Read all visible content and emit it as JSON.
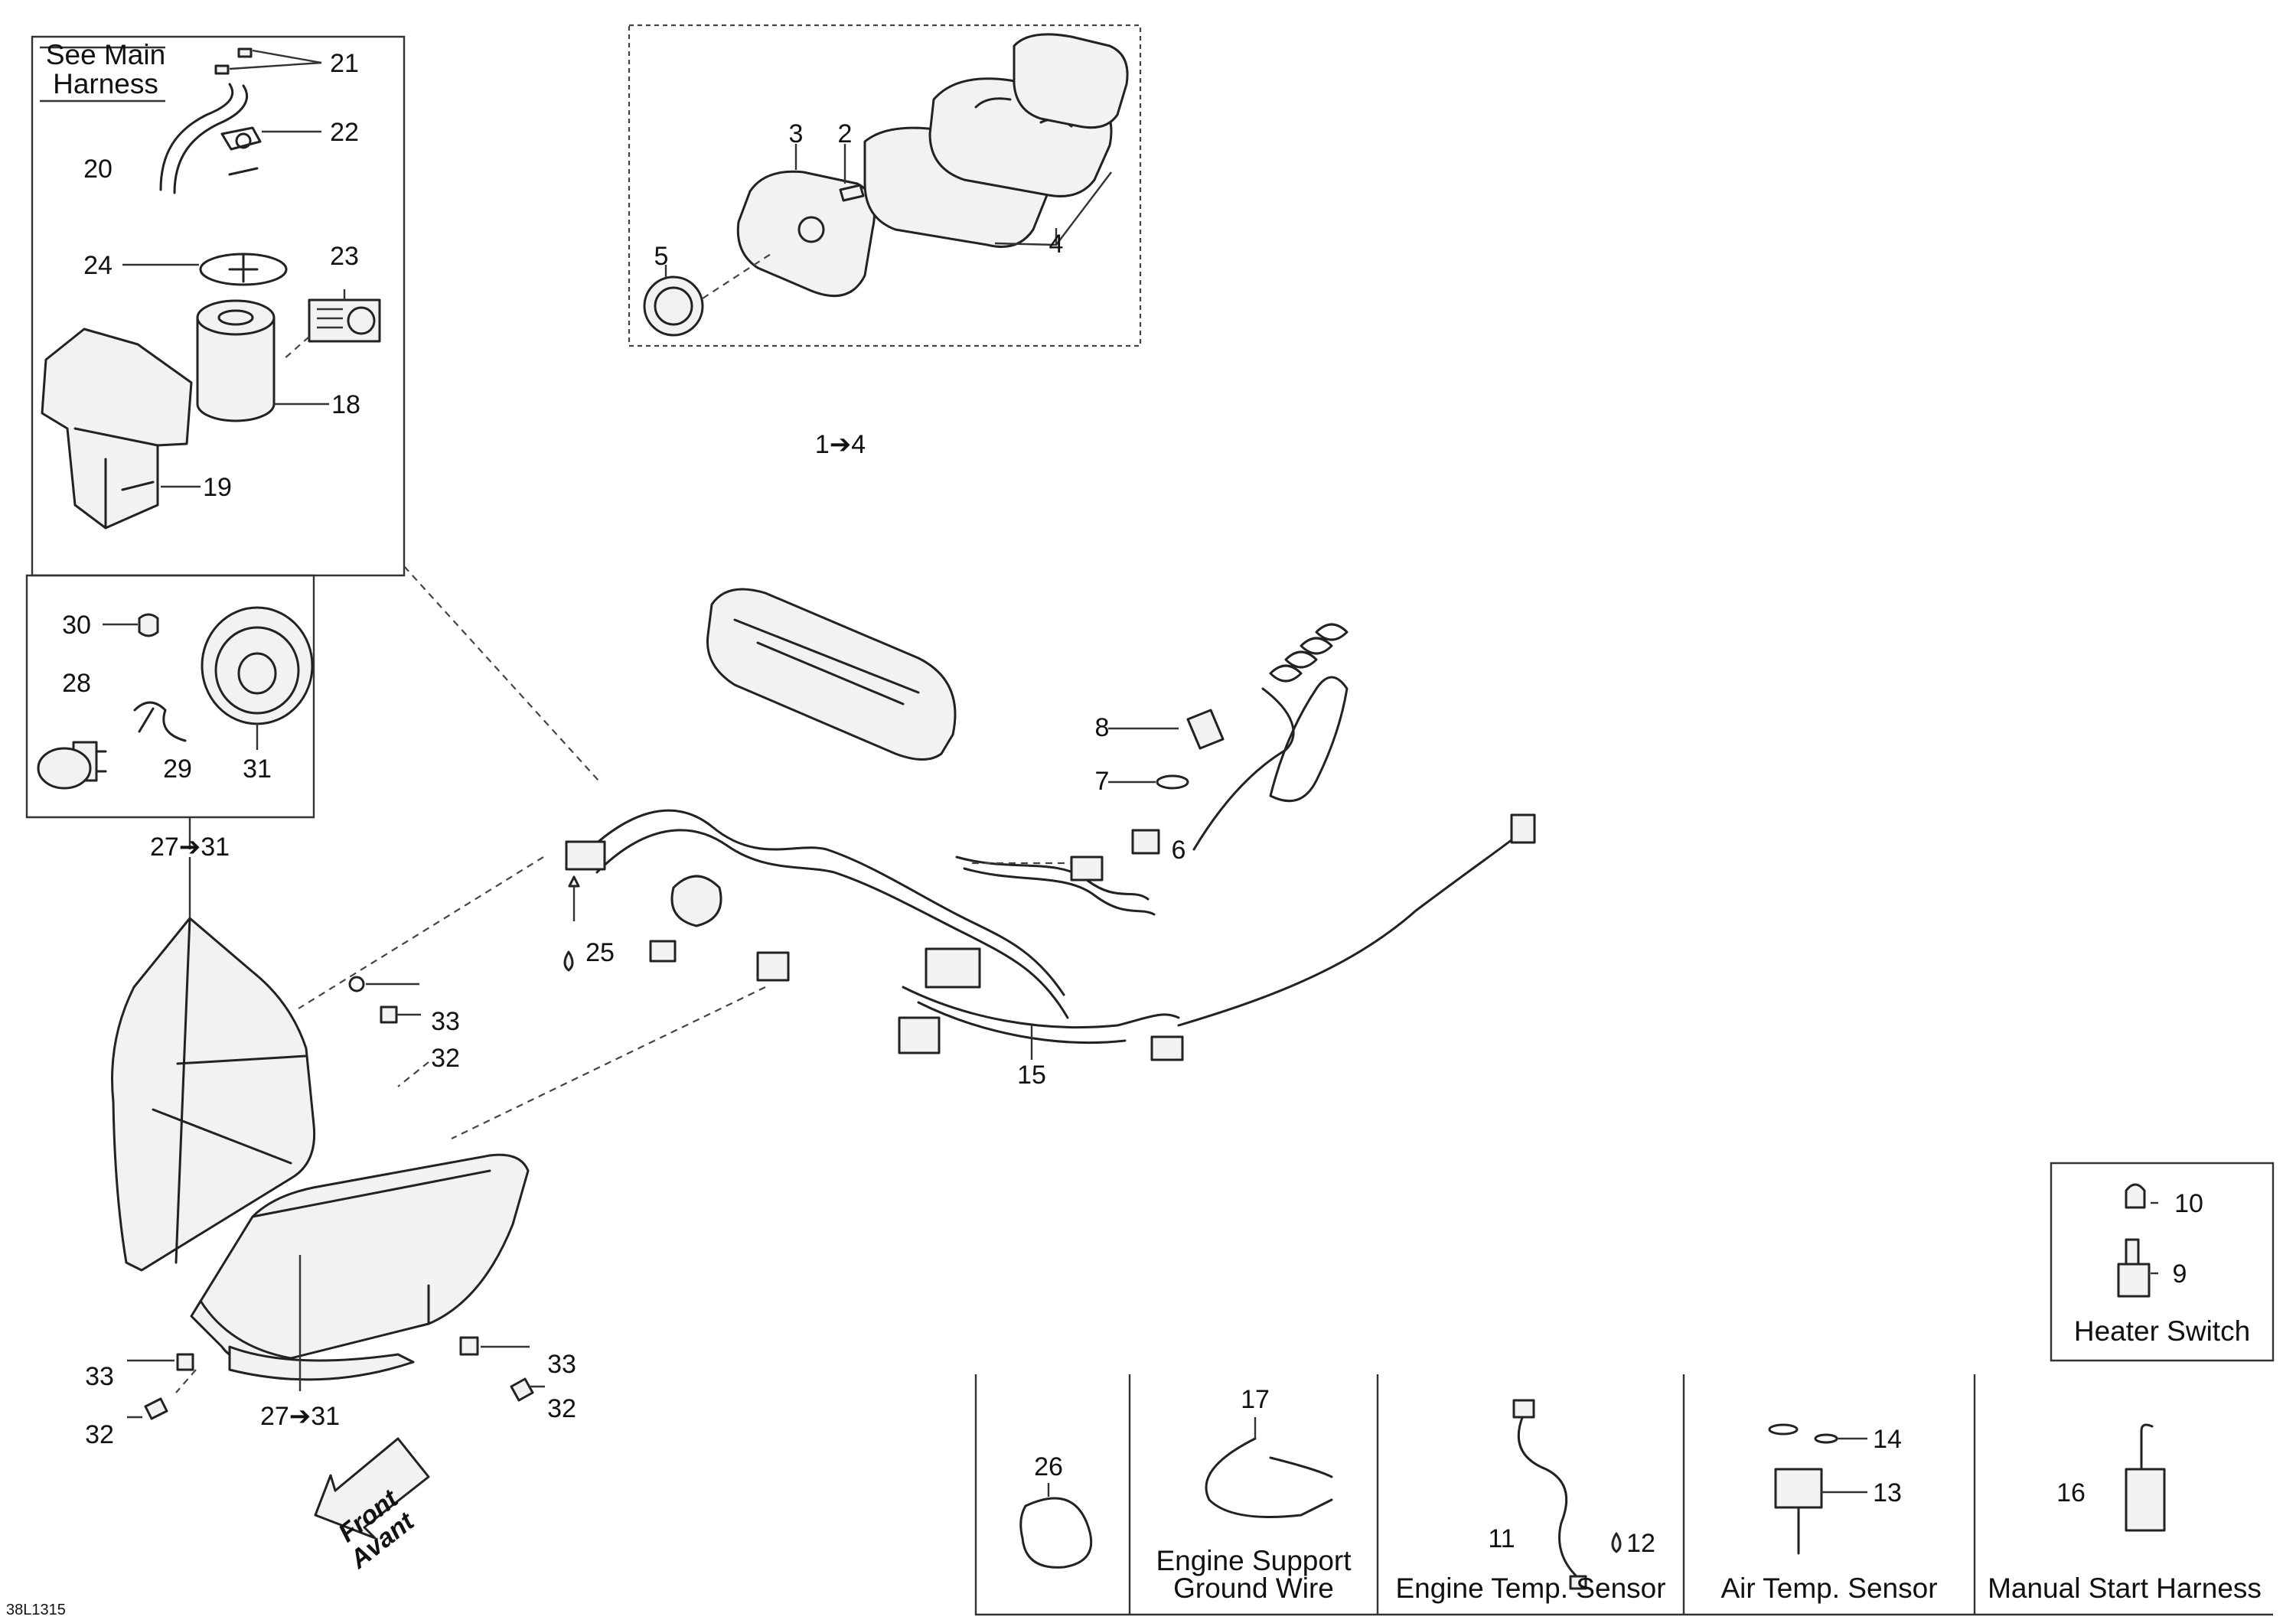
{
  "diagram_code": "38L1315",
  "callouts": {
    "c1": "1➔4",
    "c2": "2",
    "c3": "3",
    "c4": "4",
    "c5": "5",
    "c6": "6",
    "c7": "7",
    "c8": "8",
    "c9": "9",
    "c10": "10",
    "c11": "11",
    "c12": "12",
    "c13": "13",
    "c14": "14",
    "c15": "15",
    "c16": "16",
    "c17": "17",
    "c18": "18",
    "c19": "19",
    "c20": "20",
    "c21": "21",
    "c22": "22",
    "c23": "23",
    "c24": "24",
    "c25": "25",
    "c26": "26",
    "c27a": "27➔31",
    "c27b": "27➔31",
    "c28": "28",
    "c29": "29",
    "c30": "30",
    "c31": "31",
    "c32a": "32",
    "c32b": "32",
    "c32c": "32",
    "c33a": "33",
    "c33b": "33",
    "c33c": "33"
  },
  "main_harness_note": {
    "line1": "See Main",
    "line2": "Harness"
  },
  "captions": {
    "heater_switch": "Heater Switch",
    "engine_support_line1": "Engine Support",
    "engine_support_line2": "Ground Wire",
    "engine_temp_sensor": "Engine Temp. Sensor",
    "air_temp_sensor": "Air Temp. Sensor",
    "manual_start_harness": "Manual Start Harness"
  },
  "front_arrow": {
    "line1": "Front",
    "line2": "Avant"
  },
  "icons": [
    "oil-drop-icon",
    "arrow-icon"
  ]
}
